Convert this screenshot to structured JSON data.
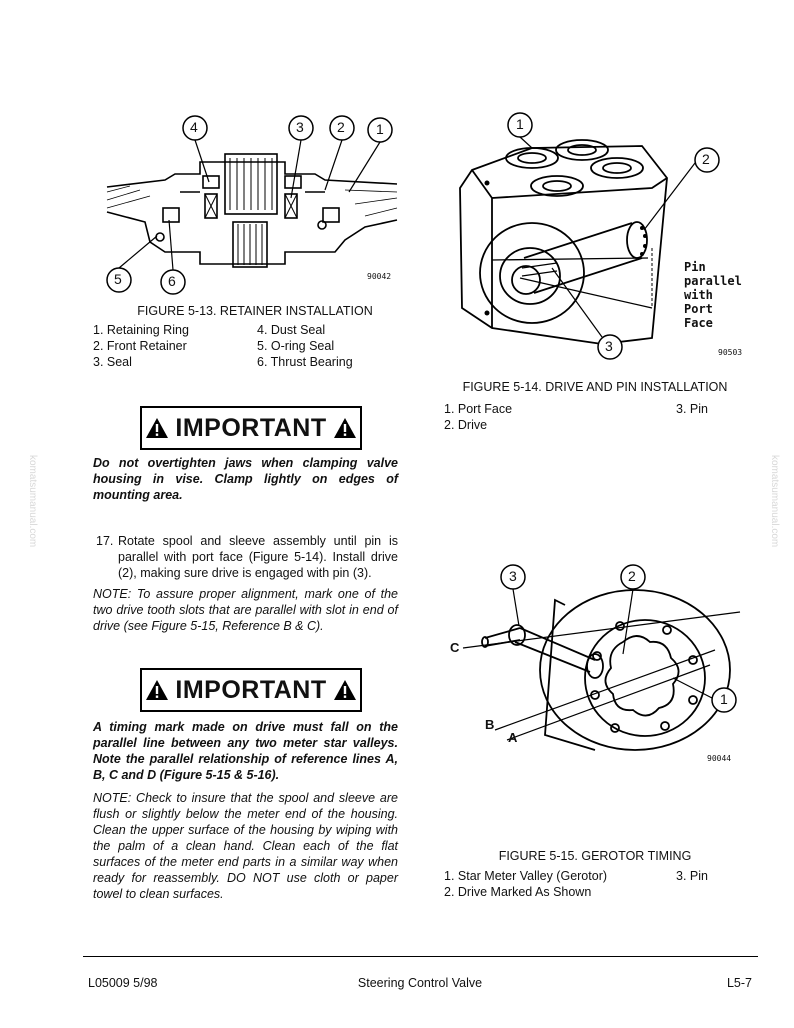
{
  "figure_13": {
    "callouts": [
      "4",
      "3",
      "2",
      "1",
      "5",
      "6"
    ],
    "code": "90042",
    "caption": "FIGURE 5-13. RETAINER INSTALLATION",
    "legend": [
      [
        "1. Retaining Ring",
        "4. Dust Seal"
      ],
      [
        "2. Front Retainer",
        "5. O-ring Seal"
      ],
      [
        "3. Seal",
        "6. Thrust Bearing"
      ]
    ]
  },
  "figure_14": {
    "callouts": [
      "1",
      "2",
      "3"
    ],
    "code": "90503",
    "pin_label": [
      "Pin",
      "parallel",
      "with",
      "Port",
      "Face"
    ],
    "caption": "FIGURE 5-14. DRIVE AND PIN INSTALLATION",
    "legend": [
      [
        "1. Port Face",
        "3. Pin"
      ],
      [
        "2. Drive",
        ""
      ]
    ]
  },
  "figure_15": {
    "callouts": [
      "3",
      "2",
      "1"
    ],
    "letters": [
      "C",
      "B",
      "A"
    ],
    "code": "90044",
    "caption": "FIGURE 5-15. GEROTOR TIMING",
    "legend": [
      [
        "1. Star Meter Valley (Gerotor)",
        "3. Pin"
      ],
      [
        "2. Drive Marked As Shown",
        ""
      ]
    ]
  },
  "important_1": {
    "label": "IMPORTANT",
    "text": "Do not overtighten jaws when clamping valve housing in vise. Clamp lightly on edges of mounting area."
  },
  "step_17": {
    "number": "17.",
    "text": "Rotate spool and sleeve assembly until pin is parallel with port face (Figure 5-14). Install drive (2), making sure drive is engaged with pin (3)."
  },
  "note_1": "NOTE: To assure proper alignment, mark one of the two drive tooth slots that are parallel with slot in end of drive (see Figure 5-15, Reference B & C).",
  "important_2": {
    "label": "IMPORTANT",
    "text": "A timing mark made on drive must fall on the parallel line between any two meter star valleys. Note the parallel relationship of reference lines A, B, C and D (Figure 5-15 & 5-16)."
  },
  "note_2": "NOTE: Check to insure that the spool and sleeve are flush or slightly below the meter end of the housing. Clean the upper surface of the housing by wiping with the palm of a clean hand. Clean each of the flat surfaces of the meter end parts in a similar way when ready for reassembly. DO NOT use cloth or paper towel to clean surfaces.",
  "watermark": "komatsumanual.com",
  "footer": {
    "left": "L05009  5/98",
    "center": "Steering Control Valve",
    "right": "L5-7"
  }
}
